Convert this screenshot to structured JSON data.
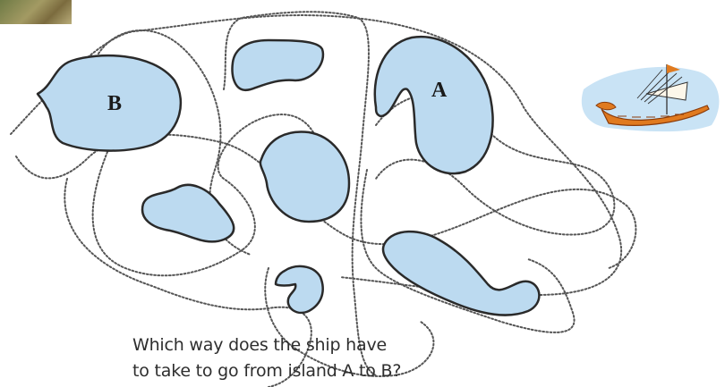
{
  "puzzle": {
    "island_labels": {
      "a": "A",
      "b": "B"
    },
    "question_line_1": "Which way does the ship have",
    "question_line_2": "to take to go from island A to B?"
  },
  "colors": {
    "island_fill": "#bcdaf0",
    "island_stroke": "#2a2a2a",
    "path_stroke": "#555555",
    "ship_hull": "#e07a1f",
    "ship_splash": "#c9e3f5"
  },
  "icons": [
    "ship-icon",
    "corner-thumbnail"
  ]
}
